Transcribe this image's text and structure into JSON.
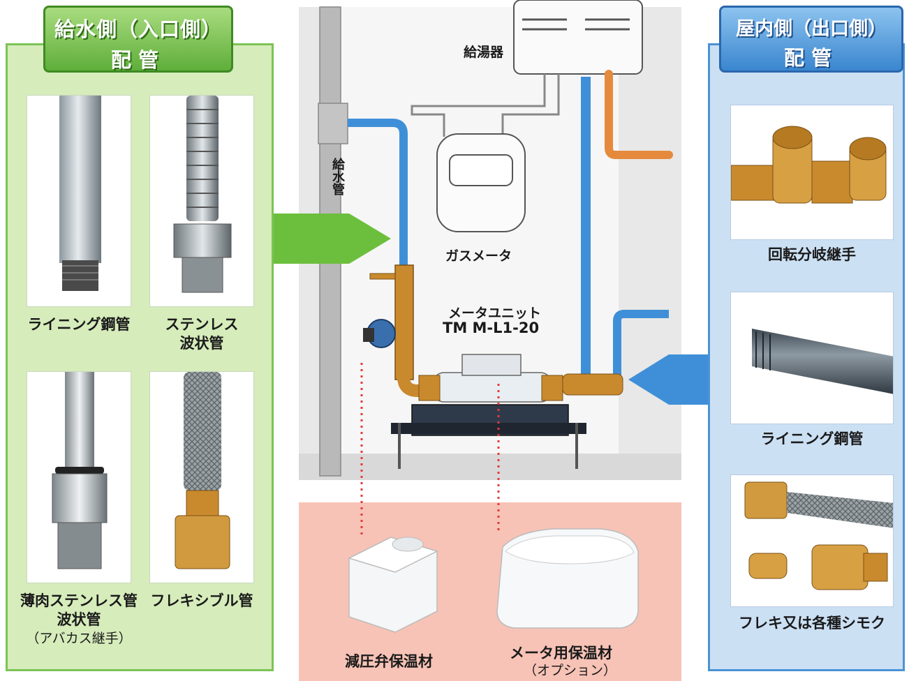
{
  "left": {
    "title_line1": "給水側（入口側）",
    "title_line2": "配管",
    "items": [
      {
        "caption_line1": "ライニング鋼管",
        "caption_line2": "",
        "caption_line3": ""
      },
      {
        "caption_line1": "ステンレス",
        "caption_line2": "波状管",
        "caption_line3": ""
      },
      {
        "caption_line1": "薄肉ステンレス管",
        "caption_line2": "波状管",
        "caption_line3": "（アバカス継手）"
      },
      {
        "caption_line1": "フレキシブル管",
        "caption_line2": "",
        "caption_line3": ""
      }
    ]
  },
  "right": {
    "title_line1": "屋内側（出口側）",
    "title_line2": "配管",
    "items": [
      {
        "caption": "回転分岐継手"
      },
      {
        "caption": "ライニング鋼管"
      },
      {
        "caption": "フレキ又は各種シモク"
      }
    ]
  },
  "center": {
    "water_heater_label": "給湯器",
    "supply_pipe_label": "給水管",
    "gas_meter_label": "ガスメータ",
    "meter_unit_label": "メータユニット",
    "meter_unit_model": "TM M-L1-20"
  },
  "bottom": {
    "valve_insulation_label": "減圧弁保温材",
    "meter_insulation_label": "メータ用保温材",
    "meter_insulation_note": "（オプション）"
  },
  "colors": {
    "green_accent": "#5fae3a",
    "blue_accent": "#3a86cf",
    "water_pipe_blue": "#3f8fd8",
    "hot_pipe_orange": "#e58a3c",
    "brass": "#c98a2e",
    "pink_panel": "#f7c3b6"
  }
}
